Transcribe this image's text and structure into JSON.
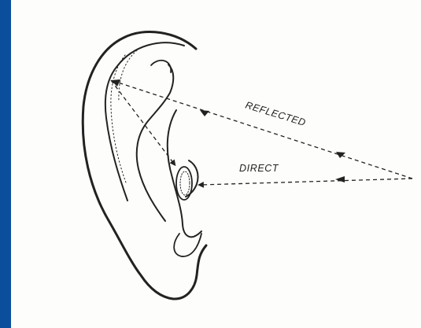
{
  "figure": {
    "labels": {
      "reflected": "REFLECTED",
      "direct": "DIRECT"
    }
  },
  "colors": {
    "frame": "#0b4f9c",
    "paper": "#fdfdfb",
    "ink": "#222222"
  },
  "icons": {
    "ear": "ear-drawing",
    "arrowhead": "arrowhead"
  }
}
